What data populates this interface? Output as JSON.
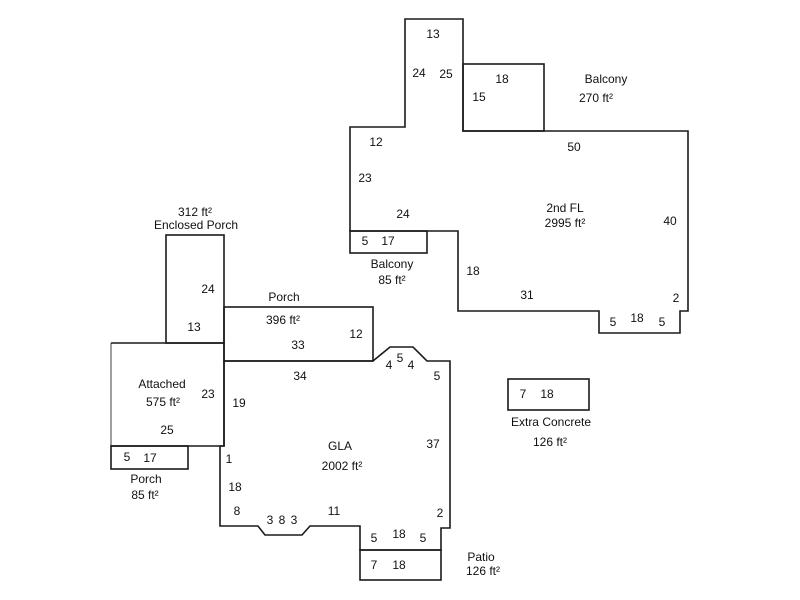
{
  "areas": {
    "balcony_upper": {
      "name": "Balcony",
      "area": "270 ft²"
    },
    "second_floor": {
      "name": "2nd FL",
      "area": "2995 ft²"
    },
    "balcony_lower": {
      "name": "Balcony",
      "area": "85 ft²"
    },
    "enclosed_porch": {
      "name": "Enclosed Porch",
      "area": "312 ft²"
    },
    "porch_main": {
      "name": "Porch",
      "area": "396 ft²"
    },
    "attached": {
      "name": "Attached",
      "area": "575 ft²"
    },
    "porch_small": {
      "name": "Porch",
      "area": "85 ft²"
    },
    "gla": {
      "name": "GLA",
      "area": "2002 ft²"
    },
    "extra_concrete": {
      "name": "Extra Concrete",
      "area": "126 ft²"
    },
    "patio": {
      "name": "Patio",
      "area": "126 ft²"
    }
  },
  "dimensions": {
    "tower_top": "13",
    "tower_left": "24",
    "tower_right": "25",
    "balcony_upper_width": "18",
    "balcony_upper_depth": "15",
    "second_left_top": "12",
    "second_left_side": "23",
    "second_left_bottom": "24",
    "second_top": "50",
    "second_right": "40",
    "second_step_side": "18",
    "second_bottom": "31",
    "second_bump_right": "2",
    "second_bump_left_side": "5",
    "second_bump_bottom": "18",
    "second_bump_right_side": "5",
    "balcony_lower_depth": "5",
    "balcony_lower_width": "17",
    "enclosed_side": "24",
    "enclosed_bottom": "13",
    "porch_main_side": "12",
    "porch_main_bottom": "33",
    "attached_side": "23",
    "attached_bottom": "25",
    "porch_small_depth": "5",
    "porch_small_width": "17",
    "gla_top": "34",
    "gla_left_upper": "19",
    "gla_left_step": "1",
    "gla_left_lower": "18",
    "gla_bottom_left": "8",
    "gla_bay_bottom_a": "3",
    "gla_bay_bottom_b": "8",
    "gla_bay_bottom_c": "3",
    "gla_bottom_mid": "11",
    "gla_bay_top_a": "4",
    "gla_bay_top_b": "5",
    "gla_bay_top_c": "4",
    "gla_right_top": "5",
    "gla_right": "37",
    "gla_right_step": "2",
    "gla_bump_left": "5",
    "gla_bump_bottom": "18",
    "gla_bump_right": "5",
    "patio_depth": "7",
    "patio_width": "18",
    "extra_depth": "7",
    "extra_width": "18"
  },
  "colors": {
    "line": "#1a1a1a",
    "line_light": "#888888",
    "text": "#111111",
    "background": "#ffffff"
  }
}
